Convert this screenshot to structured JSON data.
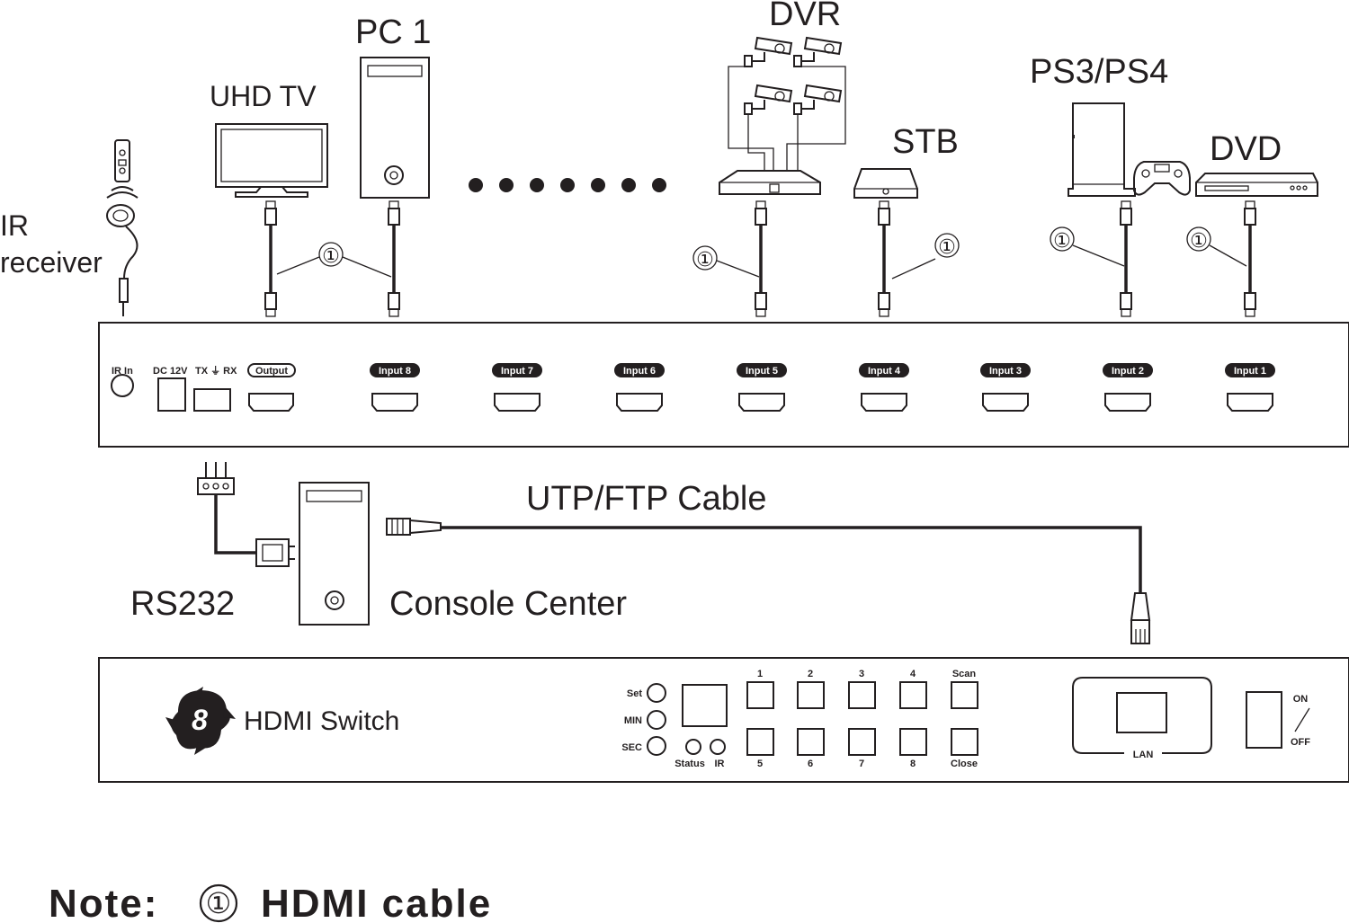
{
  "devices": {
    "ir_receiver": [
      "IR",
      "receiver"
    ],
    "uhd_tv": "UHD TV",
    "pc1": "PC 1",
    "dvr": "DVR",
    "stb": "STB",
    "ps": "PS3/PS4",
    "dvd": "DVD",
    "rs232": "RS232",
    "console": "Console Center",
    "utp": "UTP/FTP Cable"
  },
  "cable_marker": "①",
  "back_panel": {
    "ir_in": "IR In",
    "dc": "DC 12V",
    "txrx": "TX ⏚ RX",
    "output": "Output",
    "inputs": [
      "Input 8",
      "Input 7",
      "Input 6",
      "Input 5",
      "Input 4",
      "Input 3",
      "Input 2",
      "Input 1"
    ]
  },
  "front_panel": {
    "product": "HDMI Switch",
    "logo_digit": "8",
    "side_buttons": [
      "Set",
      "MIN",
      "SEC"
    ],
    "indicators": [
      "Status",
      "IR"
    ],
    "top_buttons": [
      "1",
      "2",
      "3",
      "4",
      "Scan"
    ],
    "bottom_buttons": [
      "5",
      "6",
      "7",
      "8",
      "Close"
    ],
    "lan": "LAN",
    "on": "ON",
    "off": "OFF"
  },
  "note": {
    "prefix": "Note:",
    "symbol": "①",
    "text": "HDMI cable"
  }
}
